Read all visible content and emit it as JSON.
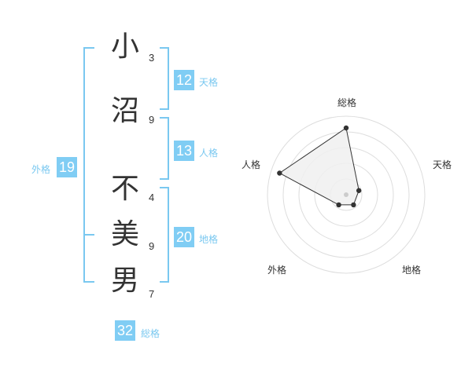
{
  "name_chars": [
    {
      "char": "小",
      "strokes": "3"
    },
    {
      "char": "沼",
      "strokes": "9"
    },
    {
      "char": "不",
      "strokes": "4"
    },
    {
      "char": "美",
      "strokes": "9"
    },
    {
      "char": "男",
      "strokes": "7"
    }
  ],
  "kaku": {
    "ten": {
      "value": "12",
      "label": "天格"
    },
    "jin": {
      "value": "13",
      "label": "人格"
    },
    "chi": {
      "value": "20",
      "label": "地格"
    },
    "gai": {
      "value": "19",
      "label": "外格"
    },
    "sou": {
      "value": "32",
      "label": "総格"
    }
  },
  "radar": {
    "axes": [
      "総格",
      "天格",
      "地格",
      "外格",
      "人格"
    ],
    "values": [
      0.85,
      0.17,
      0.16,
      0.16,
      0.89
    ],
    "max": 1,
    "rings": 5
  },
  "colors": {
    "accent": "#80cdf4",
    "bracket": "#7ac8f0",
    "text": "#333333",
    "polygon_fill": "#f0f0f0",
    "grid": "#dddddd"
  }
}
